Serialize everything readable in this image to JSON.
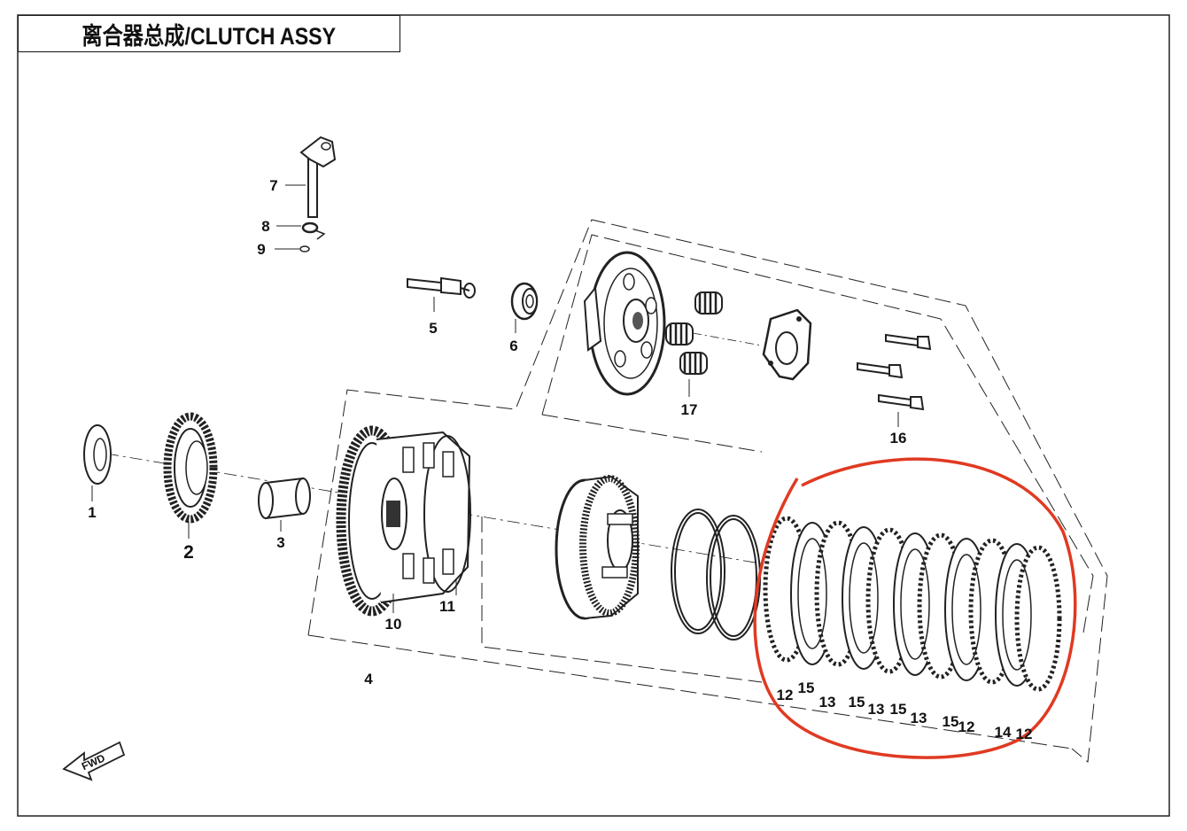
{
  "title": "离合器总成/CLUTCH ASSY",
  "fwd_label": "FWD",
  "colors": {
    "line": "#222222",
    "highlight": "#e03a22",
    "background": "#ffffff"
  },
  "parts": [
    {
      "id": "1",
      "label": "1"
    },
    {
      "id": "2",
      "label": "2"
    },
    {
      "id": "3",
      "label": "3"
    },
    {
      "id": "4",
      "label": "4"
    },
    {
      "id": "5",
      "label": "5"
    },
    {
      "id": "6",
      "label": "6"
    },
    {
      "id": "7",
      "label": "7"
    },
    {
      "id": "8",
      "label": "8"
    },
    {
      "id": "9",
      "label": "9"
    },
    {
      "id": "10",
      "label": "10"
    },
    {
      "id": "11",
      "label": "11"
    },
    {
      "id": "16",
      "label": "16"
    },
    {
      "id": "17",
      "label": "17"
    }
  ],
  "plate_stack_labels": [
    "12",
    "15",
    "13",
    "15",
    "13",
    "15",
    "13",
    "15",
    "12",
    "14",
    "12"
  ]
}
